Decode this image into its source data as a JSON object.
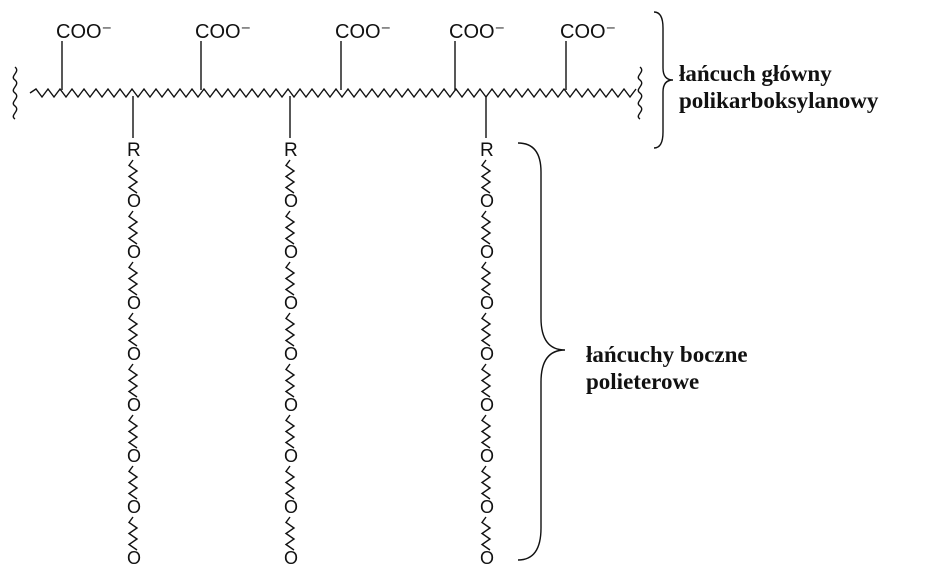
{
  "carboxylate_label": "COO⁻",
  "r_label": "R",
  "o_label": "O",
  "carboxylate_count": 5,
  "side_chain_count": 3,
  "ether_oxygens_per_side_chain": 8,
  "main_chain_label": [
    "łańcuch główny",
    "polikarboksylanowy"
  ],
  "side_chain_label": [
    "łańcuchy boczne",
    "polieterowe"
  ],
  "colors": {
    "ink": "#111111",
    "background": "#ffffff"
  }
}
